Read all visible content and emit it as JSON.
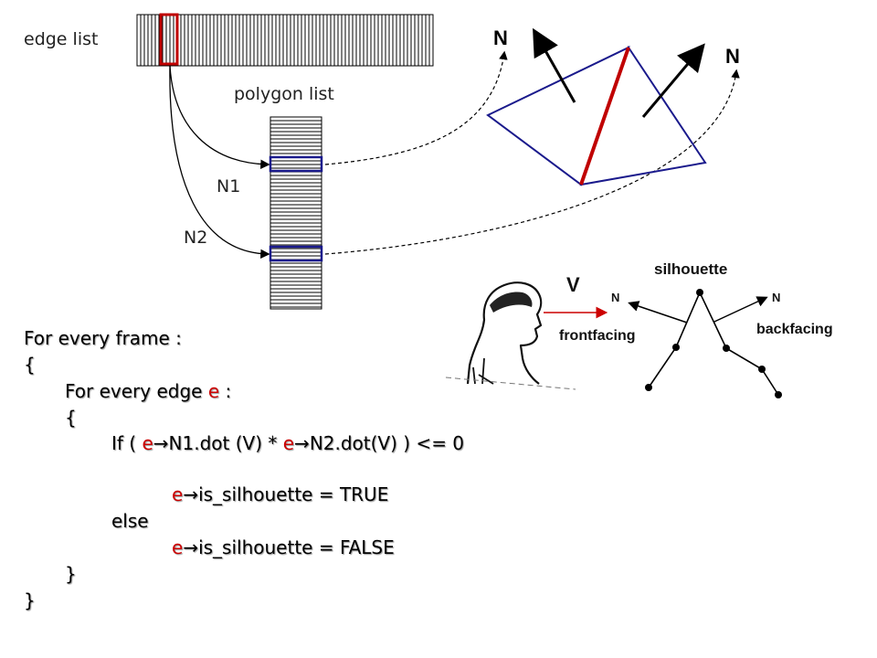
{
  "labels": {
    "edge_list": "edge list",
    "polygon_list": "polygon list",
    "n1": "N1",
    "n2": "N2",
    "normal_a": "N",
    "normal_b": "N"
  },
  "figure": {
    "view_vector": "V",
    "silhouette": "silhouette",
    "normal_left": "N",
    "normal_right": "N",
    "frontfacing": "frontfacing",
    "backfacing": "backfacing"
  },
  "code": {
    "line1": "For every frame :",
    "line2": "{",
    "line3_a": "For every edge ",
    "line3_e": "e",
    "line3_b": " :",
    "line4": "{",
    "line5_pre": "If  ( ",
    "e": "e",
    "arrow": "→",
    "line5_mid1": "N1.dot (V) * ",
    "line5_mid2": "N2.dot(V) ) <= 0",
    "line6": "is_silhouette = TRUE",
    "line7": "else",
    "line8": "is_silhouette = FALSE",
    "line9": "}",
    "line10": "}"
  },
  "colors": {
    "polygon": "#1a1a8c",
    "shared_edge": "#c00000",
    "highlight_box": "#1a1a8c",
    "edge_highlight": "#c00000",
    "code_keyword": "#cc0000"
  }
}
